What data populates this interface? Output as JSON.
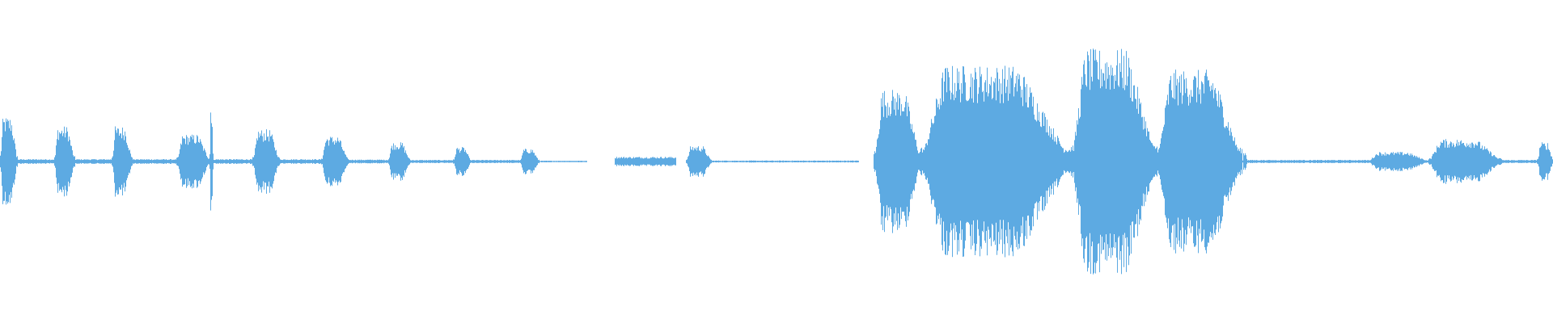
{
  "waveform": {
    "color": "#5DAAE2",
    "background": "#ffffff",
    "amplitude_scale": 1.0,
    "segments": [
      {
        "start": 0.0,
        "end": 0.011,
        "peak": 0.28
      },
      {
        "start": 0.011,
        "end": 0.035,
        "peak": 0.015
      },
      {
        "start": 0.035,
        "end": 0.048,
        "peak": 0.22
      },
      {
        "start": 0.048,
        "end": 0.072,
        "peak": 0.015
      },
      {
        "start": 0.072,
        "end": 0.085,
        "peak": 0.22
      },
      {
        "start": 0.085,
        "end": 0.114,
        "peak": 0.015
      },
      {
        "start": 0.114,
        "end": 0.135,
        "peak": 0.17
      },
      {
        "start": 0.135,
        "end": 0.137,
        "peak": 0.38
      },
      {
        "start": 0.137,
        "end": 0.163,
        "peak": 0.015
      },
      {
        "start": 0.163,
        "end": 0.18,
        "peak": 0.2
      },
      {
        "start": 0.18,
        "end": 0.207,
        "peak": 0.015
      },
      {
        "start": 0.207,
        "end": 0.224,
        "peak": 0.16
      },
      {
        "start": 0.224,
        "end": 0.25,
        "peak": 0.012
      },
      {
        "start": 0.25,
        "end": 0.264,
        "peak": 0.12
      },
      {
        "start": 0.264,
        "end": 0.292,
        "peak": 0.01
      },
      {
        "start": 0.292,
        "end": 0.303,
        "peak": 0.09
      },
      {
        "start": 0.303,
        "end": 0.335,
        "peak": 0.01
      },
      {
        "start": 0.335,
        "end": 0.347,
        "peak": 0.08
      },
      {
        "start": 0.347,
        "end": 0.378,
        "peak": 0.005
      },
      {
        "start": 0.396,
        "end": 0.435,
        "peak": 0.03
      },
      {
        "start": 0.442,
        "end": 0.458,
        "peak": 0.1
      },
      {
        "start": 0.458,
        "end": 0.553,
        "peak": 0.006
      },
      {
        "start": 0.563,
        "end": 0.593,
        "peak": 0.45
      },
      {
        "start": 0.593,
        "end": 0.69,
        "peak": 0.6
      },
      {
        "start": 0.69,
        "end": 0.745,
        "peak": 0.7
      },
      {
        "start": 0.745,
        "end": 0.8,
        "peak": 0.57
      },
      {
        "start": 0.8,
        "end": 0.803,
        "peak": 0.06
      },
      {
        "start": 0.803,
        "end": 0.881,
        "peak": 0.01
      },
      {
        "start": 0.881,
        "end": 0.92,
        "peak": 0.06
      },
      {
        "start": 0.92,
        "end": 0.967,
        "peak": 0.14
      },
      {
        "start": 0.967,
        "end": 0.99,
        "peak": 0.01
      },
      {
        "start": 0.99,
        "end": 1.0,
        "peak": 0.12
      }
    ]
  }
}
